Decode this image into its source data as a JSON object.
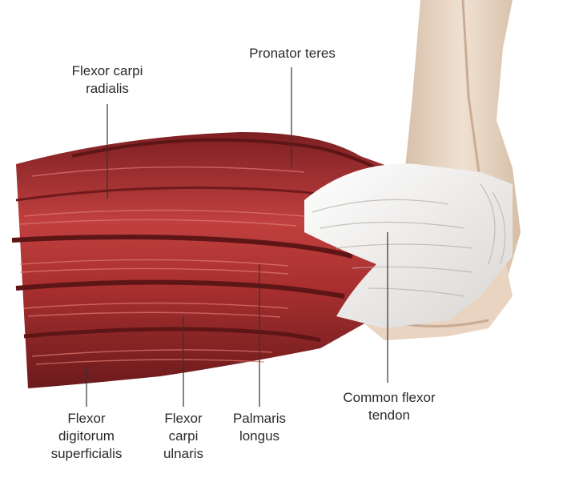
{
  "labels": {
    "flexor_carpi_radialis": [
      "Flexor carpi",
      "radialis"
    ],
    "pronator_teres": [
      "Pronator teres"
    ],
    "common_flexor_tendon": [
      "Common flexor",
      "tendon"
    ],
    "flexor_digitorum_superficialis": [
      "Flexor",
      "digitorum",
      "superficialis"
    ],
    "flexor_carpi_ulnaris": [
      "Flexor",
      "carpi",
      "ulnaris"
    ],
    "palmaris_longus": [
      "Palmaris",
      "longus"
    ]
  },
  "colors": {
    "muscle": "#b5363a",
    "muscle_dark": "#6e1a1c",
    "muscle_light": "#d86a66",
    "tendon": "#f3f2f0",
    "bone": "#e6d2bf",
    "leader_line": "#333333"
  }
}
